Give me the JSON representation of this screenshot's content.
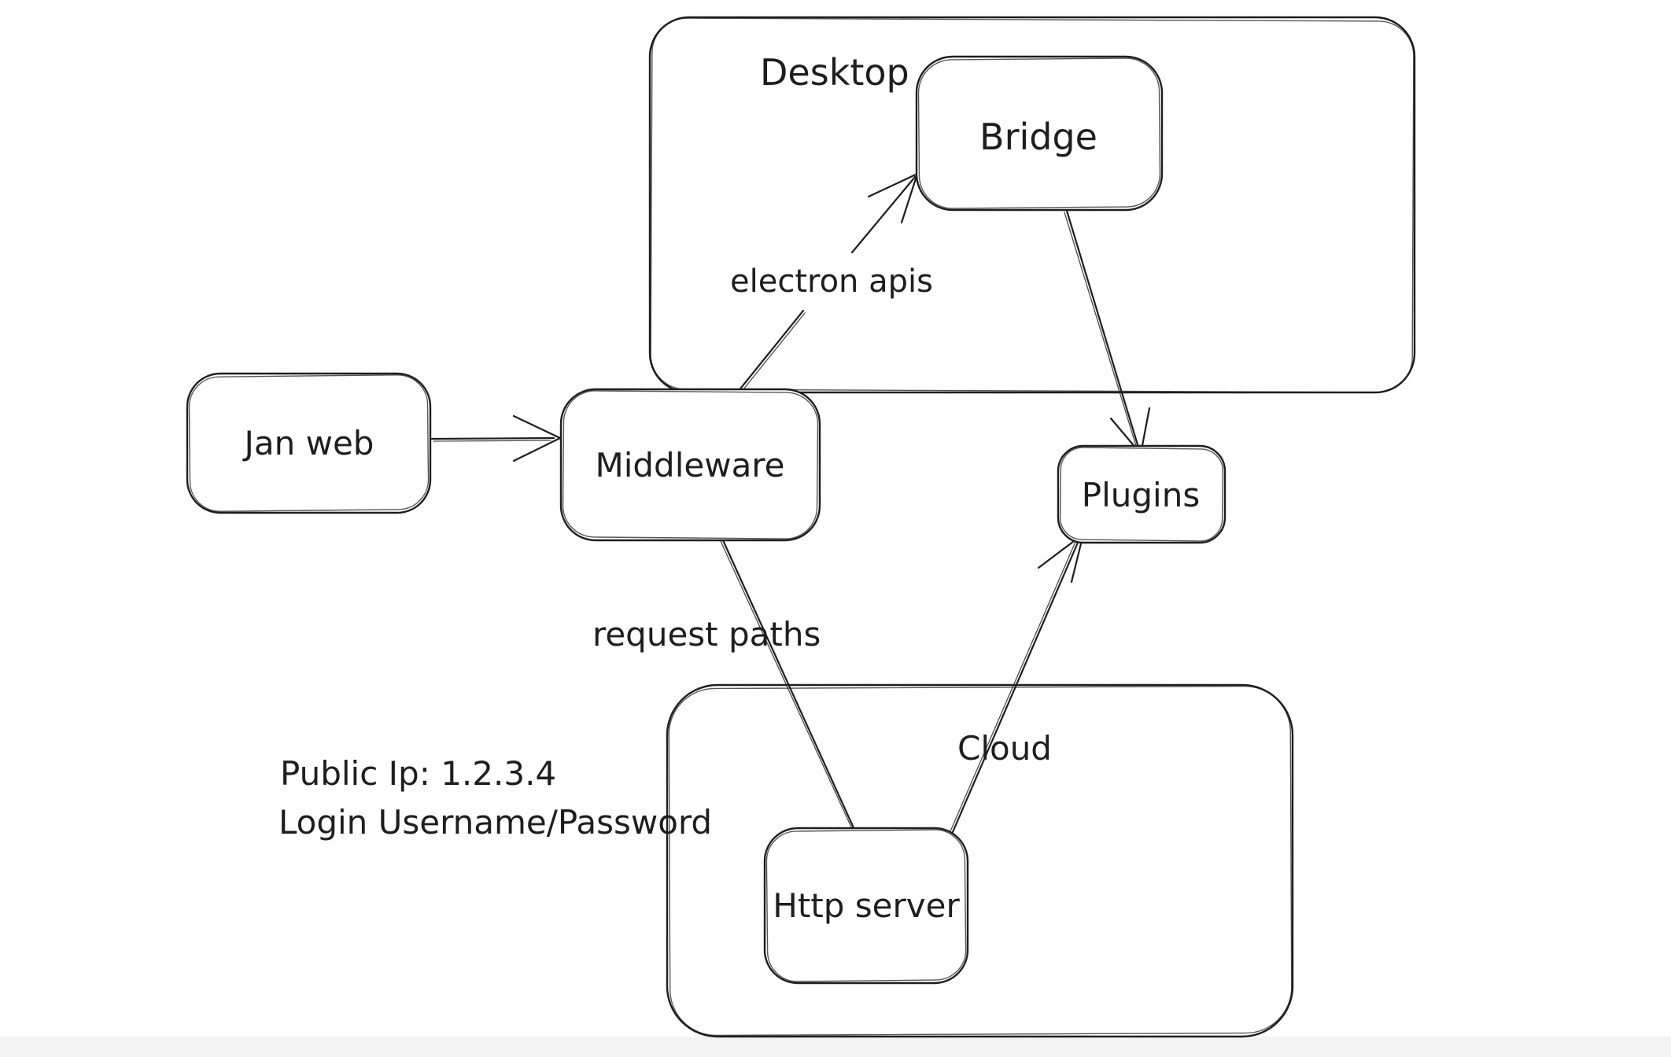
{
  "canvas": {
    "background": "#ffffff",
    "ink_color": "#1e1e1e",
    "footer_strip_color": "#f3f3f4"
  },
  "containers": [
    {
      "id": "desktop",
      "label": "Desktop"
    },
    {
      "id": "cloud",
      "label": "Cloud"
    }
  ],
  "nodes": [
    {
      "id": "jan-web",
      "label": "Jan web"
    },
    {
      "id": "middleware",
      "label": "Middleware"
    },
    {
      "id": "bridge",
      "label": "Bridge"
    },
    {
      "id": "plugins",
      "label": "Plugins"
    },
    {
      "id": "http-server",
      "label": "Http server"
    }
  ],
  "edges": [
    {
      "id": "jan-web-to-middleware",
      "from": "Jan web",
      "to": "Middleware",
      "label": "",
      "arrowhead": "end"
    },
    {
      "id": "middleware-to-bridge",
      "from": "Middleware",
      "to": "Bridge",
      "label": "electron apis",
      "arrowhead": "end"
    },
    {
      "id": "bridge-to-plugins",
      "from": "Bridge",
      "to": "Plugins",
      "label": "",
      "arrowhead": "end"
    },
    {
      "id": "middleware-to-http-server",
      "from": "Middleware",
      "to": "Http server",
      "label": "request paths",
      "arrowhead": "none"
    },
    {
      "id": "http-server-to-plugins",
      "from": "Http server",
      "to": "Plugins",
      "label": "",
      "arrowhead": "end"
    }
  ],
  "annotations": [
    {
      "text": "Public Ip: 1.2.3.4"
    },
    {
      "text": "Login Username/Password"
    }
  ]
}
